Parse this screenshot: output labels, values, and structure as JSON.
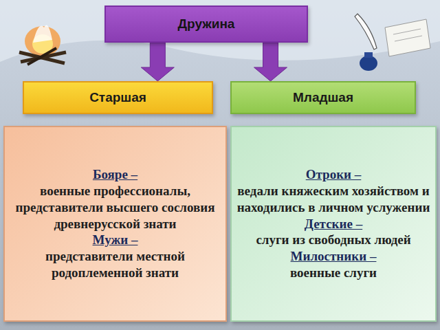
{
  "diagram": {
    "nodes": [
      {
        "text": [
          "Дружина"
        ]
      },
      {
        "text": [
          "Старшая"
        ]
      },
      {
        "text": [
          "Младшая"
        ]
      },
      {
        "text": [
          "Бояре –",
          "военные профессионалы, представители высшего сословия древнерусской знати",
          "Мужи –",
          "представители местной родоплеменной знати"
        ]
      },
      {
        "text": [
          "Отроки –",
          "ведали княжеским хозяйством и находились в личном услужении",
          "Детские –",
          "слуги из свободных людей",
          "Милостники –",
          "военные слуги"
        ]
      }
    ],
    "edges": [
      {
        "from": 0,
        "to": 1,
        "arrow": "to"
      },
      {
        "from": 0,
        "to": 2,
        "arrow": "to"
      }
    ]
  }
}
